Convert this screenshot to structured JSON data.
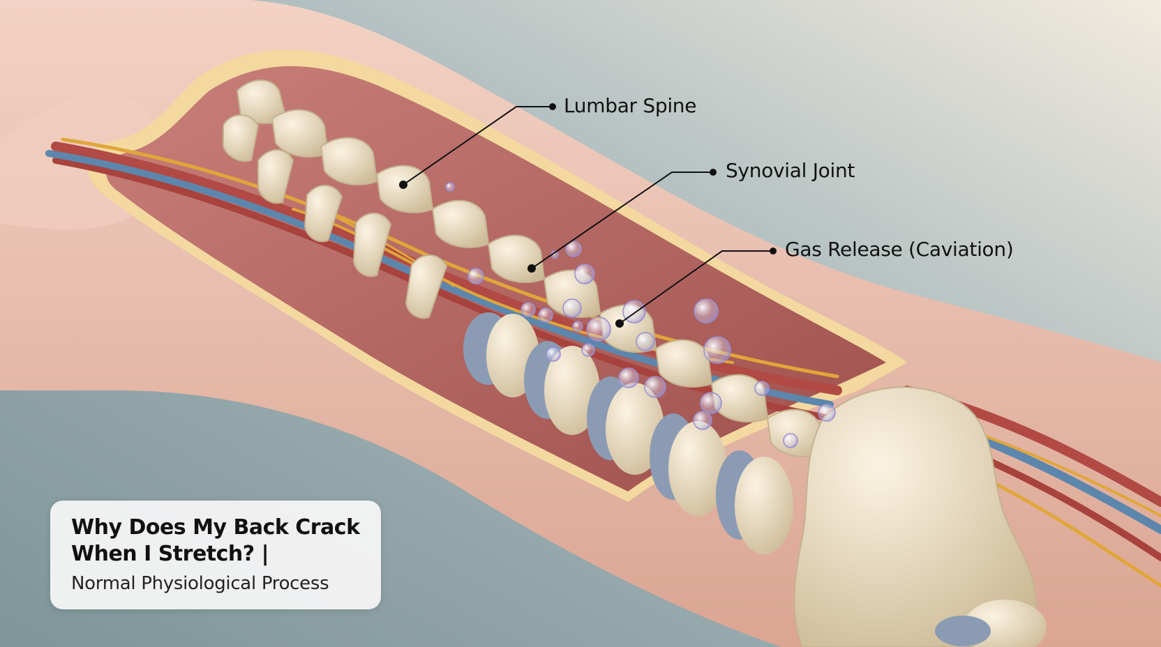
{
  "labels": {
    "lumbar_spine": "Lumbar Spine",
    "synovial_joint": "Synovial Joint",
    "gas_release": "Gas Release (Caviation)"
  },
  "caption": {
    "title_line1": "Why Does My Back Crack",
    "title_line2": "When I Stretch? |",
    "subtitle": "Normal Physiological Process"
  },
  "colors": {
    "background": "#8fa3a8",
    "skin": "#eac3b2",
    "muscle": "#b96a66",
    "bone": "#ece0c6",
    "disc": "#8b9bb4",
    "nerve": "#e0a63a",
    "vein": "#5d86ad",
    "artery": "#b14a44"
  }
}
